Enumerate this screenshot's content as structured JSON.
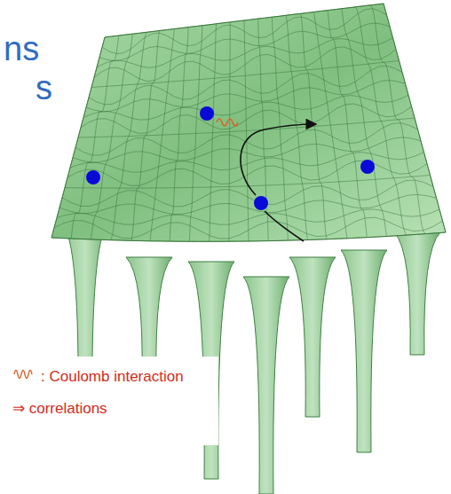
{
  "diagram": {
    "labels": [
      "ns",
      "s",
      ": Coulomb interaction",
      "⇒ correlations"
    ]
  }
}
